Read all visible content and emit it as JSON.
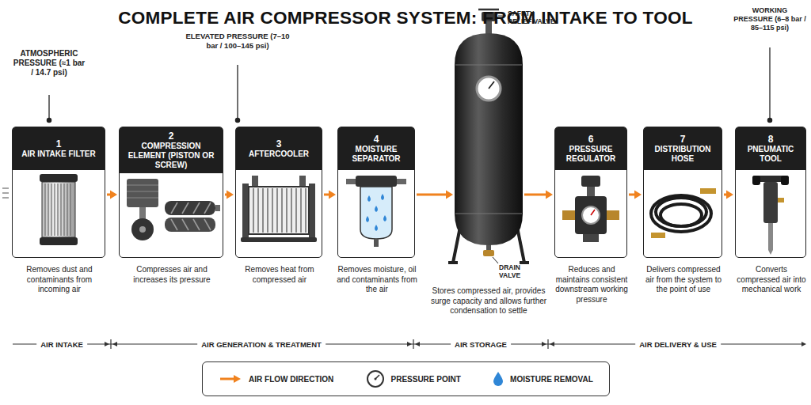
{
  "diagram": {
    "title": "COMPLETE AIR COMPRESSOR SYSTEM: FROM INTAKE TO TOOL",
    "nodes": [
      {
        "text": [
          "1",
          "AIR INTAKE FILTER",
          "Removes dust and contaminants from incoming air"
        ]
      },
      {
        "text": [
          "2",
          "COMPRESSION ELEMENT (PISTON OR SCREW)",
          "Compresses air and increases its pressure"
        ]
      },
      {
        "text": [
          "3",
          "AFTERCOOLER",
          "Removes heat from compressed air"
        ]
      },
      {
        "text": [
          "4",
          "MOISTURE SEPARATOR",
          "Removes moisture, oil and contaminants from the air"
        ]
      },
      {
        "text": [
          "Stores compressed air, provides surge capacity and allows further condensation to settle"
        ]
      },
      {
        "text": [
          "6",
          "PRESSURE REGULATOR",
          "Reduces and maintains consistent downstream working pressure"
        ]
      },
      {
        "text": [
          "7",
          "DISTRIBUTION HOSE",
          "Delivers compressed air from the system to the point of use"
        ]
      },
      {
        "text": [
          "8",
          "PNEUMATIC TOOL",
          "Converts compressed air into mechanical work"
        ]
      }
    ],
    "edges": [
      {
        "from": 0,
        "to": 1,
        "arrow": "to"
      },
      {
        "from": 1,
        "to": 2,
        "arrow": "to"
      },
      {
        "from": 2,
        "to": 3,
        "arrow": "to"
      },
      {
        "from": 3,
        "to": 4,
        "arrow": "to"
      },
      {
        "from": 4,
        "to": 5,
        "arrow": "to"
      },
      {
        "from": 5,
        "to": 6,
        "arrow": "to"
      },
      {
        "from": 6,
        "to": 7,
        "arrow": "to"
      }
    ],
    "labels": [
      "ATMOSPHERIC PRESSURE (≈1 bar / 14.7 psi)",
      "ELEVATED PRESSURE (7–10 bar / 100–145 psi)",
      "WORKING PRESSURE (6–8 bar / 85–115 psi)",
      "SAFETY RELIEF VALVE",
      "DRAIN VALVE",
      "AIR INTAKE",
      "AIR GENERATION & TREATMENT",
      "AIR STORAGE",
      "AIR DELIVERY & USE"
    ],
    "legend": [
      {
        "text": "AIR FLOW DIRECTION"
      },
      {
        "text": "PRESSURE POINT"
      },
      {
        "text": "MOISTURE REMOVAL"
      }
    ]
  }
}
